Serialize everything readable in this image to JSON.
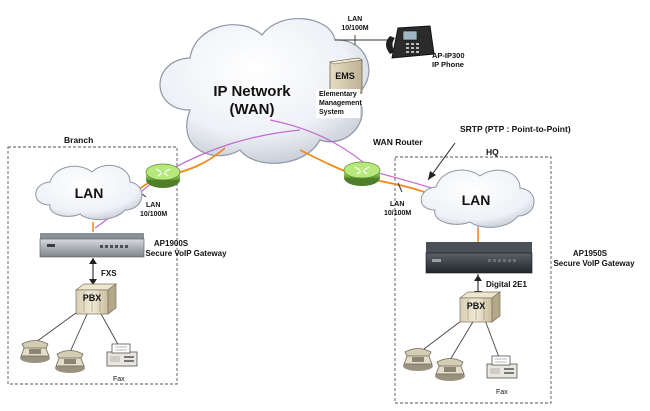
{
  "wan": {
    "label_line1": "IP Network",
    "label_line2": "(WAN)",
    "link_label_line1": "LAN",
    "link_label_line2": "10/100M"
  },
  "ip_phone": {
    "model": "AP-IP300",
    "name": "IP Phone"
  },
  "ems": {
    "box_label": "EMS",
    "caption_line1": "Elementary",
    "caption_line2": "Management",
    "caption_line3": "System"
  },
  "branch": {
    "title": "Branch",
    "lan_label": "LAN",
    "link_label_line1": "LAN",
    "link_label_line2": "10/100M",
    "gateway_model": "AP1900S",
    "gateway_name": "Secure VoIP Gateway",
    "trunk_label": "FXS",
    "pbx_label": "PBX",
    "fax_label": "Fax"
  },
  "hq": {
    "title": "HQ",
    "wan_router_label": "WAN Router",
    "srtp_label": "SRTP (PTP : Point-to-Point)",
    "lan_label": "LAN",
    "link_label_line1": "LAN",
    "link_label_line2": "10/100M",
    "gateway_model": "AP1950S",
    "gateway_name": "Secure VoIP Gateway",
    "trunk_label": "Digital 2E1",
    "pbx_label": "PBX",
    "fax_label": "Fax"
  },
  "colors": {
    "cloud_fill": "#ffffff",
    "cloud_edge": "#9aa3b2",
    "router_green": "#8ec85a",
    "orange_link": "#f08a1c",
    "pink_link": "#c46bd1",
    "gateway_dark": "#2f3438",
    "pbx_beige": "#e6dcc3"
  }
}
